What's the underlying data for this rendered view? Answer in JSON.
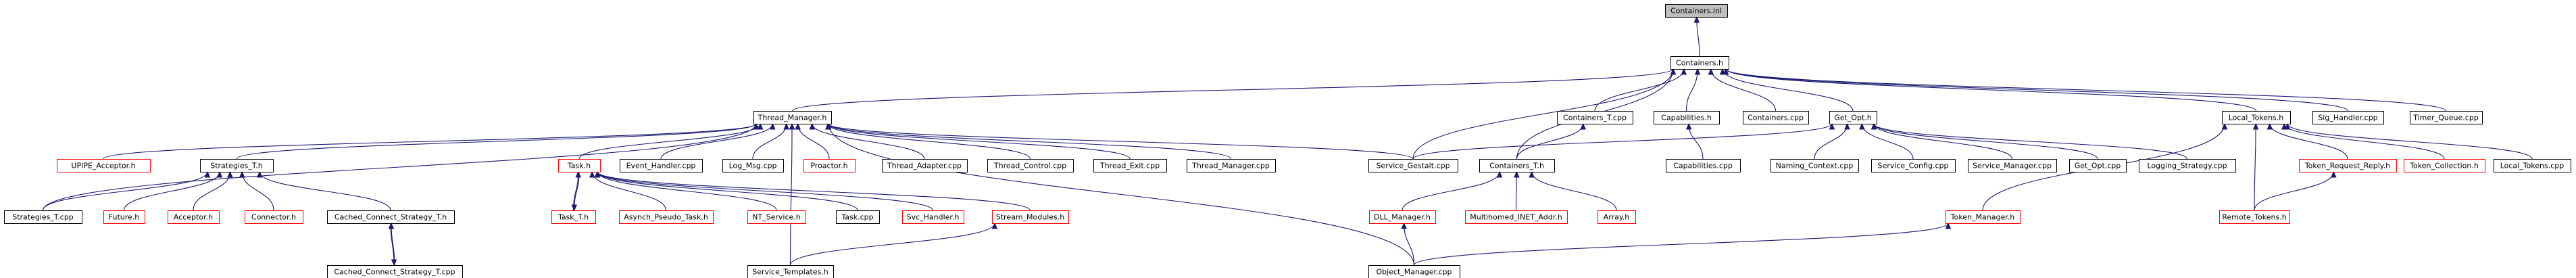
{
  "diagram": {
    "root": "Containers.inl",
    "nodes": [
      {
        "id": "containers_inl",
        "label": "Containers.inl",
        "style": "grey"
      },
      {
        "id": "containers_h",
        "label": "Containers.h",
        "style": "black"
      },
      {
        "id": "thread_manager_h",
        "label": "Thread_Manager.h",
        "style": "black"
      },
      {
        "id": "containers_t_cpp",
        "label": "Containers_T.cpp",
        "style": "black"
      },
      {
        "id": "capabilities_h",
        "label": "Capabilities.h",
        "style": "black"
      },
      {
        "id": "containers_cpp",
        "label": "Containers.cpp",
        "style": "black"
      },
      {
        "id": "get_opt_h",
        "label": "Get_Opt.h",
        "style": "black"
      },
      {
        "id": "local_tokens_h",
        "label": "Local_Tokens.h",
        "style": "black"
      },
      {
        "id": "sig_handler_cpp",
        "label": "Sig_Handler.cpp",
        "style": "black"
      },
      {
        "id": "timer_queue_cpp",
        "label": "Timer_Queue.cpp",
        "style": "black"
      },
      {
        "id": "upipe_acceptor_h",
        "label": "UPIPE_Acceptor.h",
        "style": "red"
      },
      {
        "id": "strategies_t_h",
        "label": "Strategies_T.h",
        "style": "black"
      },
      {
        "id": "task_h",
        "label": "Task.h",
        "style": "red"
      },
      {
        "id": "event_handler_cpp",
        "label": "Event_Handler.cpp",
        "style": "black"
      },
      {
        "id": "log_msg_cpp",
        "label": "Log_Msg.cpp",
        "style": "black"
      },
      {
        "id": "proactor_h",
        "label": "Proactor.h",
        "style": "red"
      },
      {
        "id": "thread_adapter_cpp",
        "label": "Thread_Adapter.cpp",
        "style": "black"
      },
      {
        "id": "thread_control_cpp",
        "label": "Thread_Control.cpp",
        "style": "black"
      },
      {
        "id": "thread_exit_cpp",
        "label": "Thread_Exit.cpp",
        "style": "black"
      },
      {
        "id": "thread_manager_cpp",
        "label": "Thread_Manager.cpp",
        "style": "black"
      },
      {
        "id": "service_gestalt_cpp",
        "label": "Service_Gestalt.cpp",
        "style": "black"
      },
      {
        "id": "containers_t_h",
        "label": "Containers_T.h",
        "style": "black"
      },
      {
        "id": "capabilities_cpp",
        "label": "Capabilities.cpp",
        "style": "black"
      },
      {
        "id": "naming_context_cpp",
        "label": "Naming_Context.cpp",
        "style": "black"
      },
      {
        "id": "service_config_cpp",
        "label": "Service_Config.cpp",
        "style": "black"
      },
      {
        "id": "service_manager_cpp",
        "label": "Service_Manager.cpp",
        "style": "black"
      },
      {
        "id": "get_opt_cpp",
        "label": "Get_Opt.cpp",
        "style": "black"
      },
      {
        "id": "logging_strategy_cpp",
        "label": "Logging_Strategy.cpp",
        "style": "black"
      },
      {
        "id": "token_request_reply_h",
        "label": "Token_Request_Reply.h",
        "style": "red"
      },
      {
        "id": "token_collection_h",
        "label": "Token_Collection.h",
        "style": "red"
      },
      {
        "id": "local_tokens_cpp",
        "label": "Local_Tokens.cpp",
        "style": "black"
      },
      {
        "id": "strategies_t_cpp",
        "label": "Strategies_T.cpp",
        "style": "black"
      },
      {
        "id": "future_h",
        "label": "Future.h",
        "style": "red"
      },
      {
        "id": "acceptor_h",
        "label": "Acceptor.h",
        "style": "red"
      },
      {
        "id": "connector_h",
        "label": "Connector.h",
        "style": "red"
      },
      {
        "id": "cached_connect_strategy_t_h",
        "label": "Cached_Connect_Strategy_T.h",
        "style": "black"
      },
      {
        "id": "task_t_h",
        "label": "Task_T.h",
        "style": "red"
      },
      {
        "id": "asynch_pseudo_task_h",
        "label": "Asynch_Pseudo_Task.h",
        "style": "red"
      },
      {
        "id": "nt_service_h",
        "label": "NT_Service.h",
        "style": "red"
      },
      {
        "id": "task_cpp",
        "label": "Task.cpp",
        "style": "black"
      },
      {
        "id": "svc_handler_h",
        "label": "Svc_Handler.h",
        "style": "red"
      },
      {
        "id": "stream_modules_h",
        "label": "Stream_Modules.h",
        "style": "red"
      },
      {
        "id": "dll_manager_h",
        "label": "DLL_Manager.h",
        "style": "red"
      },
      {
        "id": "multihomed_inet_addr_h",
        "label": "Multihomed_INET_Addr.h",
        "style": "red"
      },
      {
        "id": "array_h",
        "label": "Array.h",
        "style": "red"
      },
      {
        "id": "token_manager_h",
        "label": "Token_Manager.h",
        "style": "red"
      },
      {
        "id": "remote_tokens_h",
        "label": "Remote_Tokens.h",
        "style": "red"
      },
      {
        "id": "cached_connect_strategy_t_cpp",
        "label": "Cached_Connect_Strategy_T.cpp",
        "style": "black"
      },
      {
        "id": "service_templates_h",
        "label": "Service_Templates.h",
        "style": "black"
      },
      {
        "id": "object_manager_cpp",
        "label": "Object_Manager.cpp",
        "style": "black"
      }
    ],
    "edges": [
      [
        "containers_h",
        "containers_inl"
      ],
      [
        "thread_manager_h",
        "containers_h"
      ],
      [
        "containers_t_cpp",
        "containers_h"
      ],
      [
        "capabilities_h",
        "containers_h"
      ],
      [
        "containers_cpp",
        "containers_h"
      ],
      [
        "get_opt_h",
        "containers_h"
      ],
      [
        "local_tokens_h",
        "containers_h"
      ],
      [
        "sig_handler_cpp",
        "containers_h"
      ],
      [
        "timer_queue_cpp",
        "containers_h"
      ],
      [
        "service_gestalt_cpp",
        "containers_h"
      ],
      [
        "containers_t_h",
        "containers_h"
      ],
      [
        "upipe_acceptor_h",
        "thread_manager_h"
      ],
      [
        "strategies_t_h",
        "thread_manager_h"
      ],
      [
        "task_h",
        "thread_manager_h"
      ],
      [
        "event_handler_cpp",
        "thread_manager_h"
      ],
      [
        "log_msg_cpp",
        "thread_manager_h"
      ],
      [
        "proactor_h",
        "thread_manager_h"
      ],
      [
        "thread_adapter_cpp",
        "thread_manager_h"
      ],
      [
        "thread_control_cpp",
        "thread_manager_h"
      ],
      [
        "thread_exit_cpp",
        "thread_manager_h"
      ],
      [
        "thread_manager_cpp",
        "thread_manager_h"
      ],
      [
        "service_gestalt_cpp",
        "thread_manager_h"
      ],
      [
        "strategies_t_cpp",
        "thread_manager_h"
      ],
      [
        "service_templates_h",
        "thread_manager_h"
      ],
      [
        "object_manager_cpp",
        "thread_manager_h"
      ],
      [
        "containers_t_h",
        "containers_t_cpp"
      ],
      [
        "capabilities_cpp",
        "capabilities_h"
      ],
      [
        "service_gestalt_cpp",
        "get_opt_h"
      ],
      [
        "naming_context_cpp",
        "get_opt_h"
      ],
      [
        "service_config_cpp",
        "get_opt_h"
      ],
      [
        "service_manager_cpp",
        "get_opt_h"
      ],
      [
        "get_opt_cpp",
        "get_opt_h"
      ],
      [
        "logging_strategy_cpp",
        "get_opt_h"
      ],
      [
        "token_request_reply_h",
        "local_tokens_h"
      ],
      [
        "token_collection_h",
        "local_tokens_h"
      ],
      [
        "local_tokens_cpp",
        "local_tokens_h"
      ],
      [
        "token_manager_h",
        "local_tokens_h"
      ],
      [
        "remote_tokens_h",
        "local_tokens_h"
      ],
      [
        "strategies_t_cpp",
        "strategies_t_h"
      ],
      [
        "future_h",
        "strategies_t_h"
      ],
      [
        "acceptor_h",
        "strategies_t_h"
      ],
      [
        "connector_h",
        "strategies_t_h"
      ],
      [
        "cached_connect_strategy_t_h",
        "strategies_t_h"
      ],
      [
        "task_t_h",
        "task_h"
      ],
      [
        "asynch_pseudo_task_h",
        "task_h"
      ],
      [
        "nt_service_h",
        "task_h"
      ],
      [
        "task_cpp",
        "task_h"
      ],
      [
        "svc_handler_h",
        "task_h"
      ],
      [
        "stream_modules_h",
        "task_h"
      ],
      [
        "task_h",
        "task_t_h"
      ],
      [
        "dll_manager_h",
        "containers_t_h"
      ],
      [
        "multihomed_inet_addr_h",
        "containers_t_h"
      ],
      [
        "array_h",
        "containers_t_h"
      ],
      [
        "object_manager_cpp",
        "dll_manager_h"
      ],
      [
        "object_manager_cpp",
        "token_manager_h"
      ],
      [
        "remote_tokens_h",
        "token_request_reply_h"
      ],
      [
        "cached_connect_strategy_t_cpp",
        "cached_connect_strategy_t_h"
      ],
      [
        "cached_connect_strategy_t_h",
        "cached_connect_strategy_t_cpp"
      ],
      [
        "service_templates_h",
        "stream_modules_h"
      ]
    ]
  }
}
